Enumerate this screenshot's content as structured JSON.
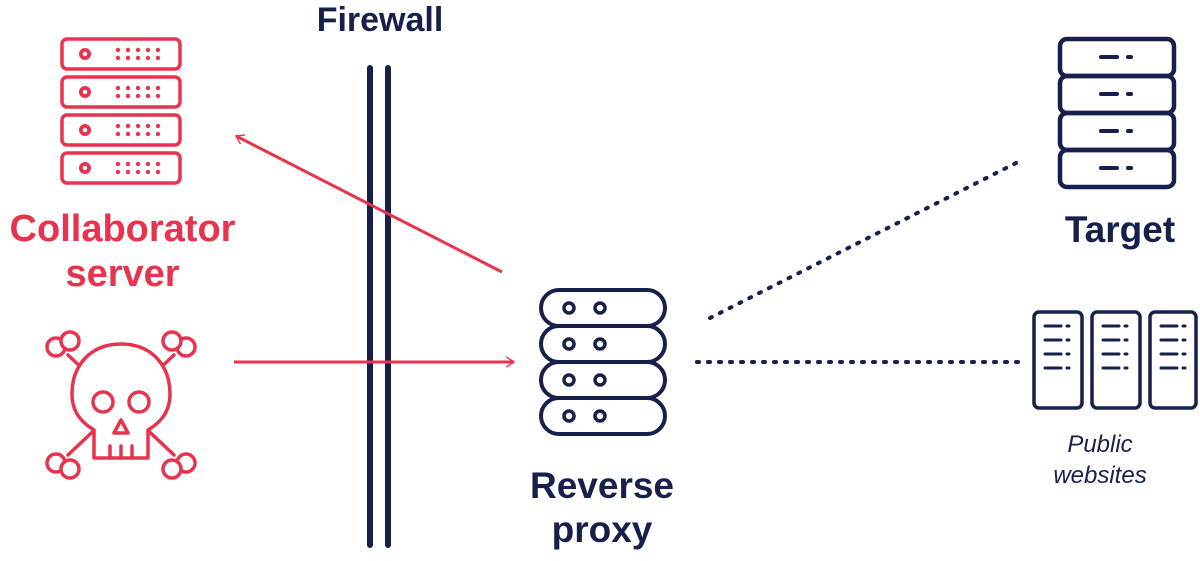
{
  "colors": {
    "navy": "#16204a",
    "red": "#e8334f"
  },
  "labels": {
    "firewall": "Firewall",
    "collaborator_line1": "Collaborator",
    "collaborator_line2": "server",
    "proxy_line1": "Reverse",
    "proxy_line2": "proxy",
    "target": "Target",
    "public_line1": "Public",
    "public_line2": "websites"
  },
  "icons": {
    "collaborator": "server-stack-icon",
    "attacker": "skull-crossbones-icon",
    "proxy": "server-stack-icon",
    "target": "server-stack-icon",
    "public": "server-towers-icon"
  }
}
